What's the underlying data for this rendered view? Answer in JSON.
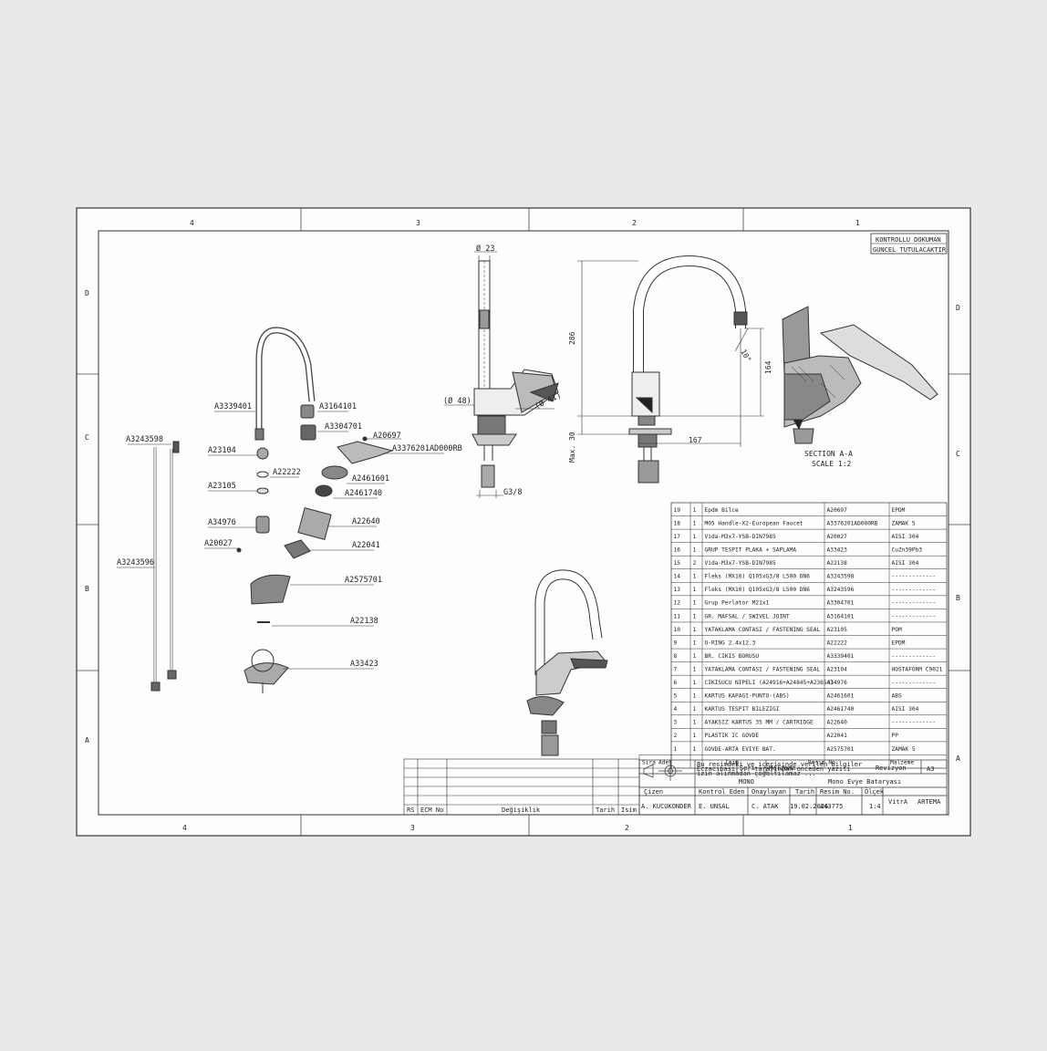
{
  "sheet": {
    "zone_cols": [
      "4",
      "3",
      "2",
      "1"
    ],
    "zone_rows": [
      "D",
      "C",
      "B",
      "A"
    ],
    "controlled_doc": [
      "KONTROLLU DOKUMAN",
      "GUNCEL TUTULACAKTIR"
    ],
    "section_label": [
      "SECTION  A-A",
      "SCALE  1:2"
    ]
  },
  "dimensions": {
    "d23": "Ø 23",
    "d48": "(Ø 48)",
    "d41": "(Ø 41)",
    "g38": "G3/8",
    "h286": "286",
    "h164": "164",
    "w167": "167",
    "max30": "Max. 30",
    "a10": "10°"
  },
  "part_labels": [
    {
      "id": "A3339401",
      "text": "A3339401"
    },
    {
      "id": "A3164101",
      "text": "A3164101"
    },
    {
      "id": "A3304701",
      "text": "A3304701"
    },
    {
      "id": "A20697",
      "text": "A20697"
    },
    {
      "id": "A3376201",
      "text": "A3376201AD000RB"
    },
    {
      "id": "A23104",
      "text": "A23104"
    },
    {
      "id": "A22222",
      "text": "A22222"
    },
    {
      "id": "A2461601",
      "text": "A2461601"
    },
    {
      "id": "A23105",
      "text": "A23105"
    },
    {
      "id": "A2461740",
      "text": "A2461740"
    },
    {
      "id": "A34976",
      "text": "A34976"
    },
    {
      "id": "A22640",
      "text": "A22640"
    },
    {
      "id": "A20027",
      "text": "A20027"
    },
    {
      "id": "A22041",
      "text": "A22041"
    },
    {
      "id": "A3243598",
      "text": "A3243598"
    },
    {
      "id": "A3243596",
      "text": "A3243596"
    },
    {
      "id": "A2575701",
      "text": "A2575701"
    },
    {
      "id": "A22138",
      "text": "A22138"
    },
    {
      "id": "A33423",
      "text": "A33423"
    }
  ],
  "bom": [
    {
      "no": "19",
      "qty": "1",
      "name": "Epdm Bilce",
      "code": "A20697",
      "mat": "EPDM"
    },
    {
      "no": "18",
      "qty": "1",
      "name": "M05 Handle-X2-European Faucet",
      "code": "A3376201AD000RB",
      "mat": "ZAMAK 5"
    },
    {
      "no": "17",
      "qty": "1",
      "name": "Vida-M3x7-YSB-DIN7985",
      "code": "A20027",
      "mat": "AISI 304"
    },
    {
      "no": "16",
      "qty": "1",
      "name": "GRUP TESPIT PLAKA + SAPLAMA",
      "code": "A33423",
      "mat": "CuZn39Pb3"
    },
    {
      "no": "15",
      "qty": "2",
      "name": "Vida-M3x7-YSB-DIN7985",
      "code": "A22138",
      "mat": "AISI 304"
    },
    {
      "no": "14",
      "qty": "1",
      "name": "Fleks (MX10) Q105xG3/8 L500 DN6",
      "code": "A3243598",
      "mat": "-------------"
    },
    {
      "no": "13",
      "qty": "1",
      "name": "Fleks (MX10) Q105xG3/8 L500 DN6",
      "code": "A3243596",
      "mat": "-------------"
    },
    {
      "no": "12",
      "qty": "1",
      "name": "Grup Perlator M21x1",
      "code": "A3304701",
      "mat": "-------------"
    },
    {
      "no": "11",
      "qty": "1",
      "name": "GR. MAFSAL / SWIVEL JOINT",
      "code": "A3164101",
      "mat": "-------------"
    },
    {
      "no": "10",
      "qty": "1",
      "name": "YATAKLAMA CONTASI / FASTENING SEAL",
      "code": "A23105",
      "mat": "POM"
    },
    {
      "no": "9",
      "qty": "1",
      "name": "O-RING 2.4x12.3",
      "code": "A22222",
      "mat": "EPDM"
    },
    {
      "no": "8",
      "qty": "1",
      "name": "BR. CIKIS BORUSU",
      "code": "A3339401",
      "mat": "-------------"
    },
    {
      "no": "7",
      "qty": "1",
      "name": "YATAKLAMA CONTASI / FASTENING SEAL",
      "code": "A23104",
      "mat": "HOSTAFORM C9021"
    },
    {
      "no": "6",
      "qty": "1",
      "name": "CIKISUCU NIPELI (A24916+A24845+A23654)",
      "code": "A34976",
      "mat": "-------------"
    },
    {
      "no": "5",
      "qty": "1",
      "name": "KARTUS KAPAGI-PUNTO-(ABS)",
      "code": "A2461601",
      "mat": "ABS"
    },
    {
      "no": "4",
      "qty": "1",
      "name": "KARTUS TESPIT BILEZIGI",
      "code": "A2461740",
      "mat": "AISI 304"
    },
    {
      "no": "3",
      "qty": "1",
      "name": "AYAKSIZ KARTUS 35 MM / CARTRIDGE",
      "code": "A22640",
      "mat": "-------------"
    },
    {
      "no": "2",
      "qty": "1",
      "name": "PLASTIK IC GOVDE",
      "code": "A22041",
      "mat": "PP"
    },
    {
      "no": "1",
      "qty": "1",
      "name": "GOVDE-ARTA EVIYE BAT.",
      "code": "A2575701",
      "mat": "ZAMAK 5"
    }
  ],
  "bom_header": {
    "no": "Sıra",
    "qty": "Adet",
    "name": "İsim",
    "code": "Resim No",
    "mat": "Malzeme"
  },
  "title_block": {
    "seri": "Seri",
    "malzeme": "Malzeme",
    "revizyon": "Revizyon",
    "size": "A3",
    "fine_print": [
      "Bu resimdeki ve içerisinde verilen bilgiler",
      "Eczacıbaşı ... tarafından önceden yazılı",
      "izin alınmadan çoğaltılamaz ..."
    ],
    "mono": "MONO",
    "desc": "Mono Evye Bataryası",
    "h_cizen": "Çizen",
    "h_kontrol": "Kontrol Eden",
    "h_onay": "Onaylayan",
    "h_tarih": "Tarih",
    "h_resimno": "Resim No.",
    "h_olcek": "Ölçek",
    "v_cizen": "A. KUCUKONDER",
    "v_kontrol": "E. UNSAL",
    "v_onay": "C. ATAK",
    "v_tarih": "19.02.2026",
    "v_resimno": "A43775",
    "v_olcek": "1:4",
    "brand1": "VitrA",
    "brand2": "ARTEMA"
  },
  "revision_block": {
    "rs": "RS",
    "ecm": "ECM No",
    "degisiklik": "Değişiklik",
    "tarih": "Tarih",
    "isim": "İsim"
  }
}
